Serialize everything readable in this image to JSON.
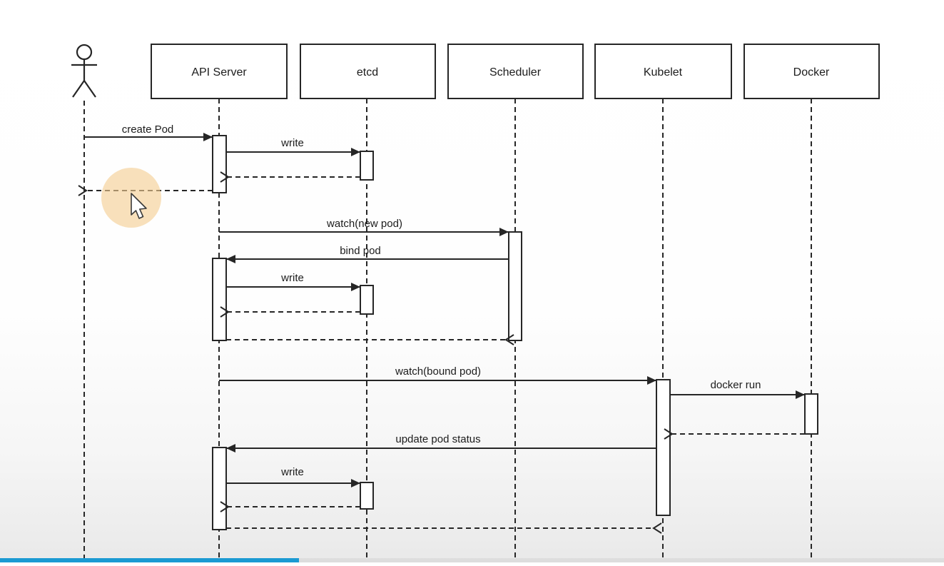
{
  "diagram": {
    "type": "uml-sequence",
    "participants": [
      {
        "kind": "actor",
        "label": ""
      },
      {
        "kind": "box",
        "label": "API Server"
      },
      {
        "kind": "box",
        "label": "etcd"
      },
      {
        "kind": "box",
        "label": "Scheduler"
      },
      {
        "kind": "box",
        "label": "Kubelet"
      },
      {
        "kind": "box",
        "label": "Docker"
      }
    ],
    "messages": [
      {
        "from": "actor",
        "to": "API Server",
        "label": "create Pod",
        "kind": "sync"
      },
      {
        "from": "API Server",
        "to": "etcd",
        "label": "write",
        "kind": "sync"
      },
      {
        "from": "etcd",
        "to": "API Server",
        "label": "",
        "kind": "return"
      },
      {
        "from": "API Server",
        "to": "actor",
        "label": "",
        "kind": "return"
      },
      {
        "from": "API Server",
        "to": "Scheduler",
        "label": "watch(new pod)",
        "kind": "sync"
      },
      {
        "from": "Scheduler",
        "to": "API Server",
        "label": "bind pod",
        "kind": "sync"
      },
      {
        "from": "API Server",
        "to": "etcd",
        "label": "write",
        "kind": "sync"
      },
      {
        "from": "etcd",
        "to": "API Server",
        "label": "",
        "kind": "return"
      },
      {
        "from": "API Server",
        "to": "Scheduler",
        "label": "",
        "kind": "return"
      },
      {
        "from": "API Server",
        "to": "Kubelet",
        "label": "watch(bound pod)",
        "kind": "sync"
      },
      {
        "from": "Kubelet",
        "to": "Docker",
        "label": "docker run",
        "kind": "sync"
      },
      {
        "from": "Docker",
        "to": "Kubelet",
        "label": "",
        "kind": "return"
      },
      {
        "from": "Kubelet",
        "to": "API Server",
        "label": "update pod status",
        "kind": "sync"
      },
      {
        "from": "API Server",
        "to": "etcd",
        "label": "write",
        "kind": "sync"
      },
      {
        "from": "etcd",
        "to": "API Server",
        "label": "",
        "kind": "return"
      },
      {
        "from": "API Server",
        "to": "Kubelet",
        "label": "",
        "kind": "return"
      }
    ],
    "line_color": "#262626"
  },
  "overlay": {
    "highlight_color": "#f3cd92",
    "cursor": "arrow-pointer"
  },
  "player": {
    "progress_color": "#1b9ad2"
  }
}
